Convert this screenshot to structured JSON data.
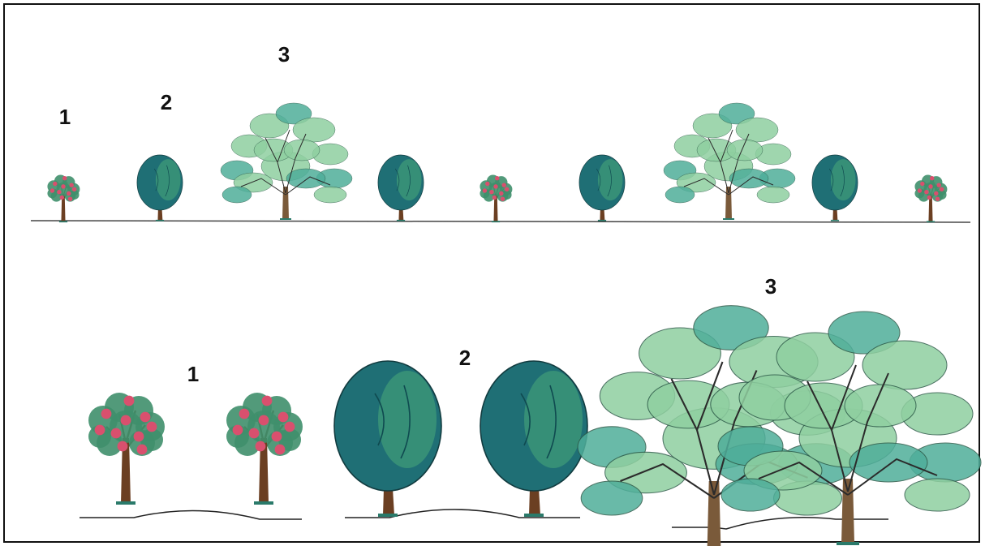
{
  "labels": {
    "top_1": "1",
    "top_2": "2",
    "top_3": "3",
    "bottom_1": "1",
    "bottom_2": "2",
    "bottom_3": "3"
  },
  "trees": {
    "type1": {
      "icon": "flowering-round-tree",
      "foliage": "#3f8f6b",
      "blossom": "#d9506e",
      "trunk": "#6b3f22"
    },
    "type2": {
      "icon": "oval-canopy-tree",
      "foliage": "#1f6f75",
      "highlight": "#3f9a78",
      "trunk": "#6b3f22"
    },
    "type3": {
      "icon": "spreading-canopy-tree",
      "foliage": "#8fcfa0",
      "shade": "#4fae9a",
      "trunk": "#7a5a3a"
    }
  },
  "colors": {
    "ground": "#222222",
    "border": "#111111"
  }
}
